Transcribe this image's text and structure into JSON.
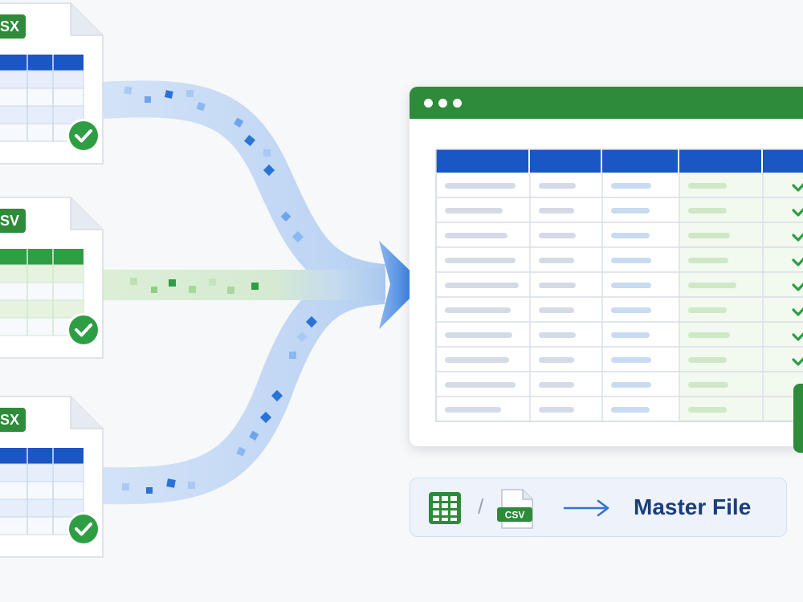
{
  "sources": [
    {
      "badge": "SX",
      "header_color": "#1a56c4",
      "status": "check-icon"
    },
    {
      "badge": "SV",
      "header_color": "#2e9e44",
      "status": "check-icon"
    },
    {
      "badge": "SX",
      "header_color": "#1a56c4",
      "status": "check-icon"
    }
  ],
  "master": {
    "header_color": "#1a56c4",
    "rows": 10,
    "checked_rows": 8,
    "window_bar_color": "#2e8b3a"
  },
  "legend": {
    "csv_label": "CSV",
    "separator": "/",
    "target_label": "Master File"
  },
  "colors": {
    "green": "#2e8b3a",
    "blue": "#1a56c4",
    "flow_blue": "#c9dcf6",
    "flow_green": "#d8ecd3"
  }
}
